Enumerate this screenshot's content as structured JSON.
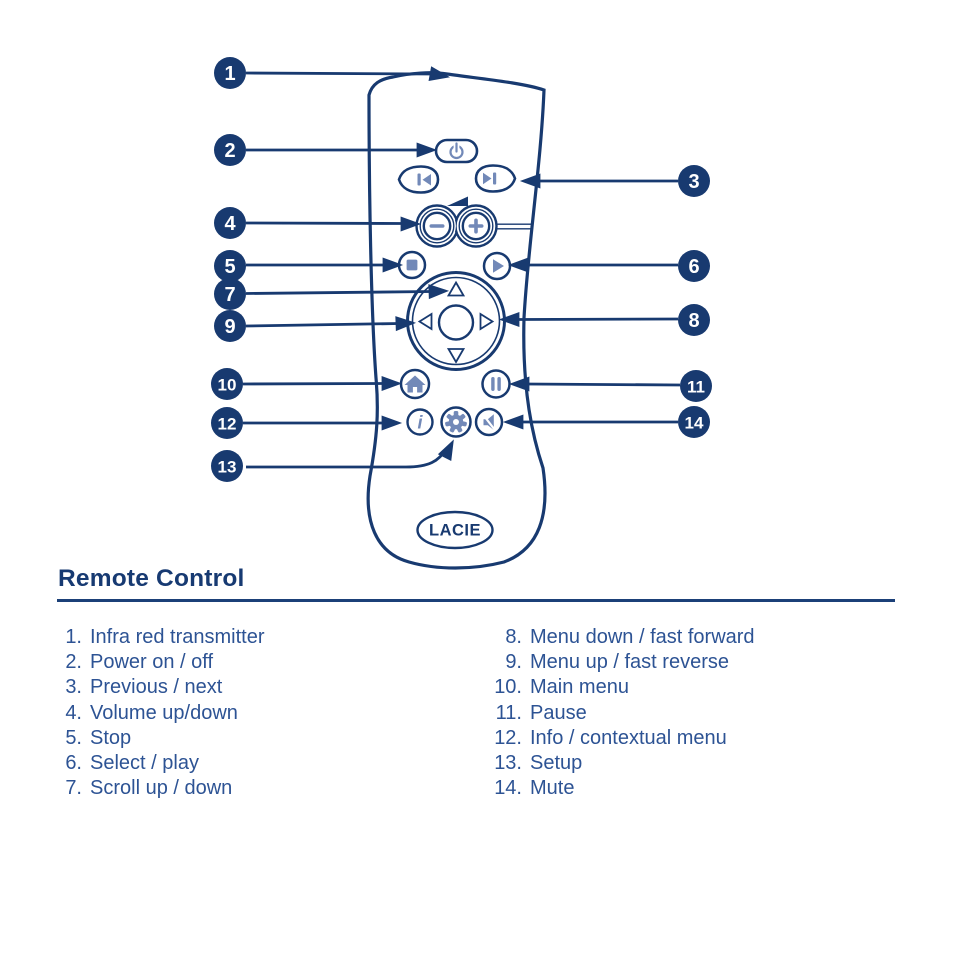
{
  "section": {
    "title": "Remote Control"
  },
  "diagram": {
    "logo_text": "LACIE",
    "info_glyph": "i",
    "colors": {
      "navy_outline": "#183a70",
      "steel_icon": "#7289b8",
      "callout_fill": "#183a70",
      "callout_text": "#ffffff",
      "list_text": "#2d5394"
    },
    "icons": [
      "power-icon",
      "previous-icon",
      "next-icon",
      "volume-minus-icon",
      "volume-plus-icon",
      "volume-wedge-icon",
      "stop-icon",
      "play-icon",
      "dpad-up-icon",
      "dpad-down-icon",
      "dpad-left-icon",
      "dpad-right-icon",
      "home-icon",
      "pause-icon",
      "info-icon",
      "setup-gear-icon",
      "mute-icon",
      "lacie-logo"
    ],
    "callouts": [
      {
        "number": "1",
        "label": "Infra red transmitter"
      },
      {
        "number": "2",
        "label": "Power on / off"
      },
      {
        "number": "3",
        "label": "Previous / next"
      },
      {
        "number": "4",
        "label": "Volume up/down"
      },
      {
        "number": "5",
        "label": "Stop"
      },
      {
        "number": "6",
        "label": "Select / play"
      },
      {
        "number": "7",
        "label": "Scroll up / down"
      },
      {
        "number": "8",
        "label": "Menu down / fast forward"
      },
      {
        "number": "9",
        "label": "Menu up / fast reverse"
      },
      {
        "number": "10",
        "label": "Main menu"
      },
      {
        "number": "11",
        "label": "Pause"
      },
      {
        "number": "12",
        "label": "Info / contextual menu"
      },
      {
        "number": "13",
        "label": "Setup"
      },
      {
        "number": "14",
        "label": "Mute"
      }
    ]
  },
  "legend": {
    "left": [
      {
        "num": "1.",
        "label": "Infra red transmitter"
      },
      {
        "num": "2.",
        "label": "Power on / off"
      },
      {
        "num": "3.",
        "label": "Previous / next"
      },
      {
        "num": "4.",
        "label": "Volume up/down"
      },
      {
        "num": "5.",
        "label": "Stop"
      },
      {
        "num": "6.",
        "label": "Select / play"
      },
      {
        "num": "7.",
        "label": "Scroll up / down"
      }
    ],
    "right": [
      {
        "num": "8.",
        "label": "Menu down / fast forward"
      },
      {
        "num": "9.",
        "label": "Menu up / fast reverse"
      },
      {
        "num": "10.",
        "label": "Main menu"
      },
      {
        "num": "11.",
        "label": "Pause"
      },
      {
        "num": "12.",
        "label": "Info / contextual menu"
      },
      {
        "num": "13.",
        "label": "Setup"
      },
      {
        "num": "14.",
        "label": "Mute"
      }
    ]
  }
}
